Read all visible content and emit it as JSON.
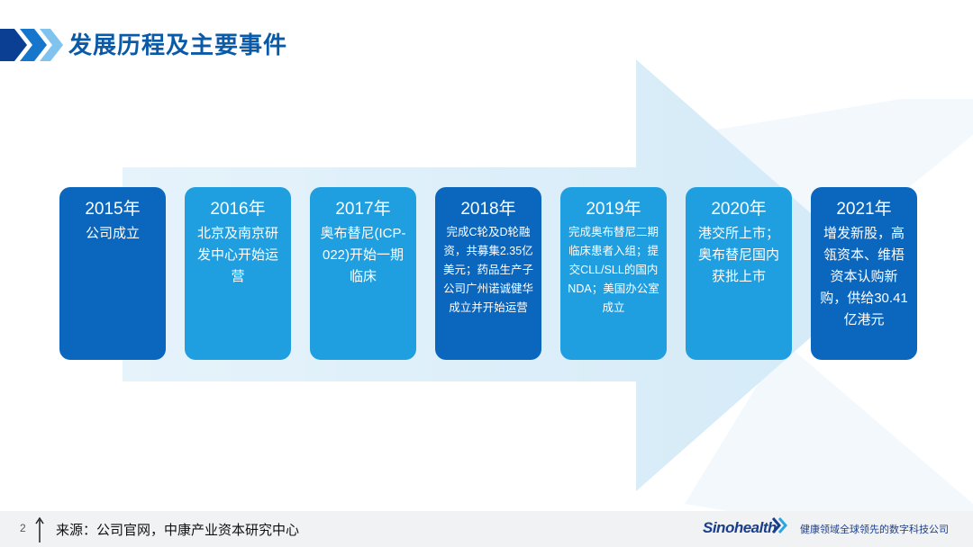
{
  "header": {
    "title": "发展历程及主要事件"
  },
  "colors": {
    "dark_blue": "#0b66bd",
    "light_blue": "#1f9fdf",
    "arrow": "#d9edf8",
    "title": "#0a5aa8"
  },
  "timeline": [
    {
      "year": "2015年",
      "text": "公司成立",
      "style": "dark",
      "size": "normal"
    },
    {
      "year": "2016年",
      "text": "北京及南京研发中心开始运营",
      "style": "light",
      "size": "normal"
    },
    {
      "year": "2017年",
      "text": "奥布替尼(ICP-022)开始一期临床",
      "style": "light",
      "size": "normal"
    },
    {
      "year": "2018年",
      "text": "完成C轮及D轮融资，共募集2.35亿美元；药品生产子公司广州诺诚健华成立并开始运营",
      "style": "dark",
      "size": "small"
    },
    {
      "year": "2019年",
      "text": "完成奥布替尼二期临床患者入组；提交CLL/SLL的国内NDA；美国办公室成立",
      "style": "light",
      "size": "small"
    },
    {
      "year": "2020年",
      "text": "港交所上市；奥布替尼国内获批上市",
      "style": "light",
      "size": "normal"
    },
    {
      "year": "2021年",
      "text": "增发新股，高瓴资本、维梧资本认购新购，供给30.41亿港元",
      "style": "dark",
      "size": "normal"
    }
  ],
  "footer": {
    "page_number": "2",
    "source": "来源：公司官网，中康产业资本研究中心",
    "brand": "Sinohealth",
    "tagline": "健康领域全球领先的数字科技公司"
  }
}
